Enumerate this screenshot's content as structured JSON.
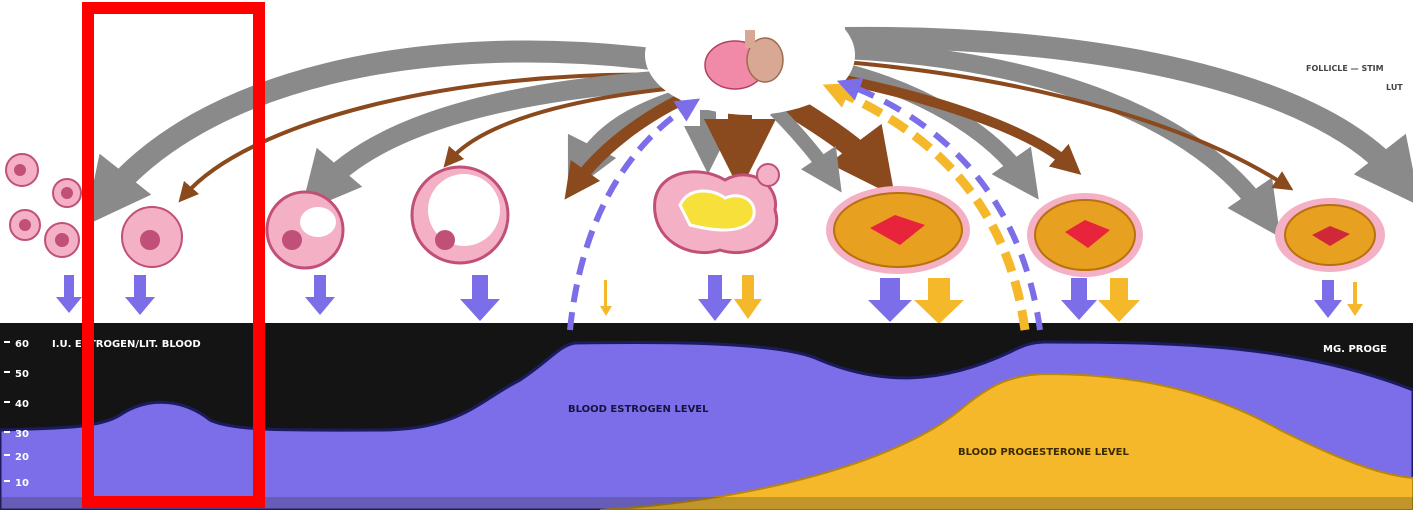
{
  "top_right_labels": [
    "FOLLICLE — STIM",
    "LUT"
  ],
  "estrogen_units": "I.U. ESTROGEN/LIT. BLOOD",
  "progesterone_units": "MG. PROGE",
  "y_ticks": [
    "60",
    "50",
    "40",
    "30",
    "20",
    "10"
  ],
  "estrogen_level_label": "BLOOD ESTROGEN LEVEL",
  "progesterone_level_label": "BLOOD PROGESTERONE LEVEL",
  "colors": {
    "estrogen": "#7b6ee8",
    "progesterone": "#f5b82a",
    "panel": "#141414",
    "highlight": "#ff0000",
    "fsh_arrow": "#8a8a8a",
    "lh_arrow": "#8a4a1e"
  }
}
